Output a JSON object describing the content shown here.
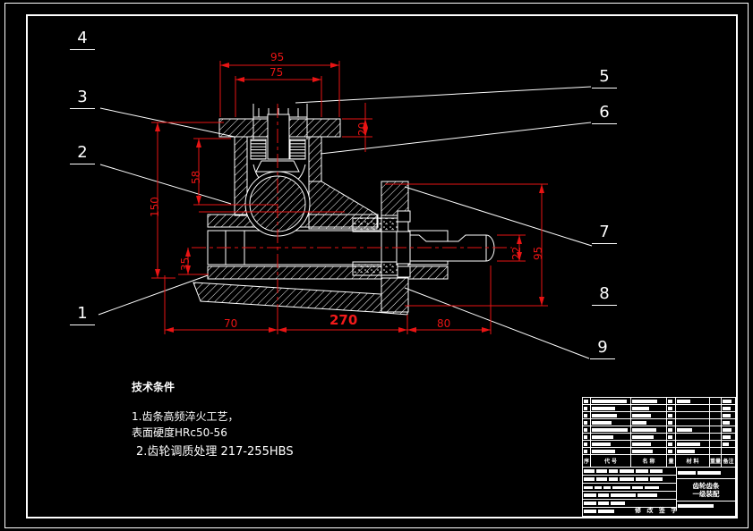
{
  "callouts": [
    "1",
    "2",
    "3",
    "4",
    "5",
    "6",
    "7",
    "8",
    "9"
  ],
  "dims": {
    "w95": "95",
    "w75": "75",
    "t20": "20",
    "h58": "58",
    "h150": "150",
    "h35": "35",
    "l70": "70",
    "l270": "270",
    "l80": "80",
    "d22": "22",
    "h95": "95"
  },
  "notes": {
    "heading": "技术条件",
    "line1": "1.齿条高频淬火工艺，",
    "line2": "表面硬度HRc50-56",
    "line3": "2.齿轮调质处理 217-255HBS"
  },
  "title_block": {
    "col_seq": "序",
    "col_code": "代 号",
    "col_name": "名 称",
    "col_qty": "量",
    "col_material": "材 料",
    "col_weight": "重量",
    "col_remark": "备注",
    "product_line1": "齿轮齿条",
    "product_line2": "一级装配",
    "revision_label": "修 改 签 字"
  },
  "colors": {
    "background": "#000000",
    "line": "#ffffff",
    "dimension": "#e81414"
  }
}
